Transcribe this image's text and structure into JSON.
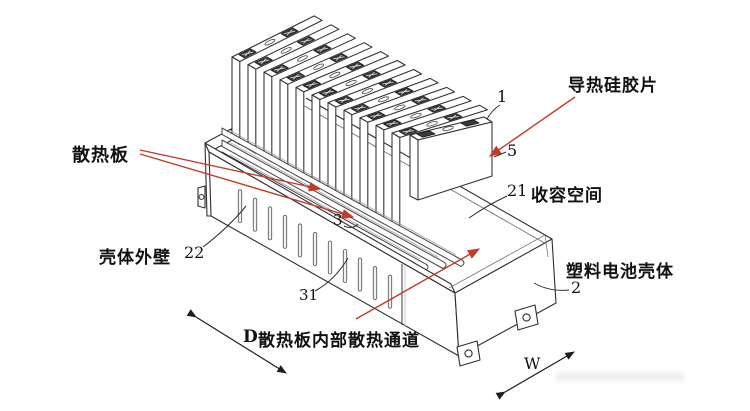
{
  "figure": {
    "type": "patent-isometric-diagram",
    "subject": "plastic battery housing with heat dissipation plates"
  },
  "callouts": {
    "thermal_pad": "导热硅胶片",
    "heat_plate": "散热板",
    "outer_wall": "壳体外壁",
    "space": "收容空间",
    "housing": "塑料电池壳体",
    "channel": "散热板内部散热通道",
    "channel_dim_prefix": "D"
  },
  "ref_numbers": {
    "n1": "1",
    "n2": "2",
    "n3": "3",
    "n5": "5",
    "n21": "21",
    "n22": "22",
    "n31": "31"
  },
  "dim_letters": {
    "w": "W"
  },
  "colors": {
    "leader_red": "#c23b2a",
    "line": "#2e2e2e"
  },
  "counts": {
    "battery_cells": 12,
    "wall_slots": 11,
    "heat_plate_rails": 3
  }
}
